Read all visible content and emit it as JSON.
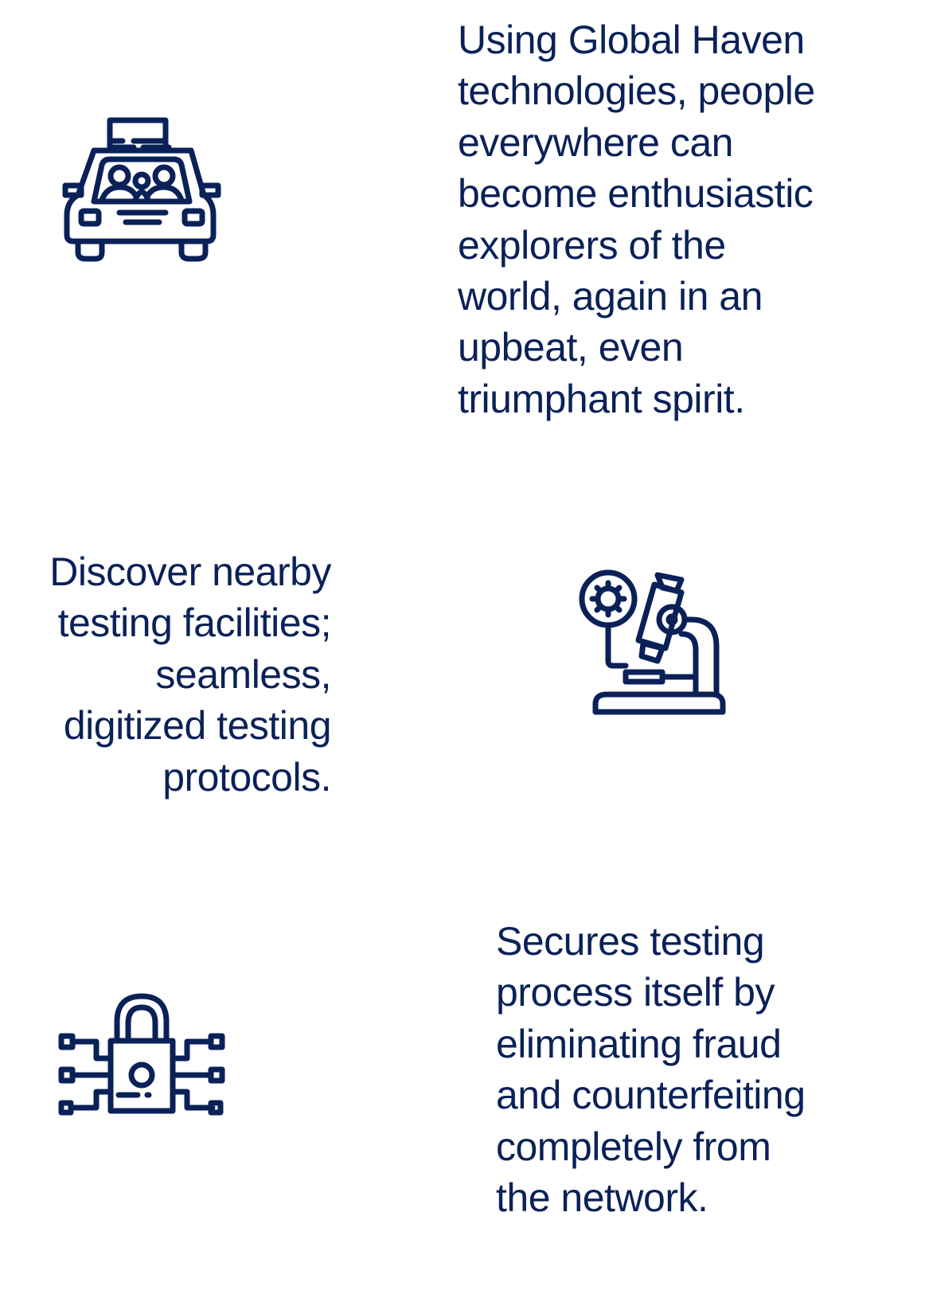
{
  "features": [
    {
      "icon": "car-with-passengers-icon",
      "lines": [
        "Using Global Haven",
        "technologies, people",
        "everywhere can",
        "become enthusiastic",
        "explorers of the",
        "world, again in an",
        "upbeat, even",
        "triumphant spirit."
      ]
    },
    {
      "icon": "microscope-virus-icon",
      "lines": [
        "Discover nearby",
        "testing facilities;",
        "seamless,",
        "digitized testing",
        "protocols."
      ]
    },
    {
      "icon": "digital-lock-icon",
      "lines": [
        "Secures testing",
        "process itself by",
        "eliminating fraud",
        "and counterfeiting",
        "completely from",
        "the network."
      ]
    }
  ],
  "colors": {
    "primary": "#0a2158",
    "background": "#ffffff"
  }
}
